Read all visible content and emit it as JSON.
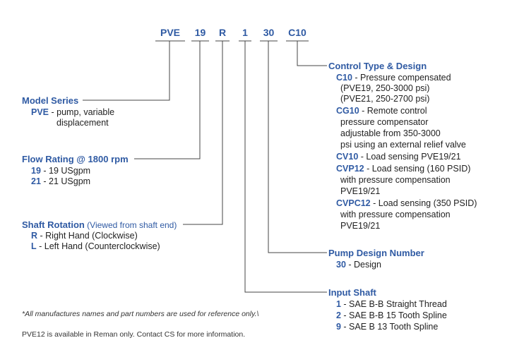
{
  "codes": {
    "c1": "PVE",
    "c2": "19",
    "c3": "R",
    "c4": "1",
    "c5": "30",
    "c6": "C10"
  },
  "model_series": {
    "title": "Model Series",
    "pve_key": "PVE",
    "pve_desc1": " - pump, variable",
    "pve_desc2": "displacement"
  },
  "flow_rating": {
    "title": "Flow Rating @ 1800 rpm",
    "items": [
      {
        "key": "19",
        "desc": " - 19 USgpm"
      },
      {
        "key": "21",
        "desc": " - 21 USgpm"
      }
    ]
  },
  "shaft_rotation": {
    "title": "Shaft Rotation",
    "subtitle": " (Viewed from shaft end)",
    "items": [
      {
        "key": "R",
        "desc": " - Right Hand (Clockwise)"
      },
      {
        "key": "L",
        "desc": " - Left Hand (Counterclockwise)"
      }
    ]
  },
  "control_type": {
    "title": "Control Type & Design",
    "c10_key": "C10",
    "c10_desc": " - Pressure compensated",
    "c10_l2": "(PVE19, 250-3000 psi)",
    "c10_l3": "(PVE21, 250-2700 psi)",
    "cg10_key": "CG10",
    "cg10_desc": " - Remote control",
    "cg10_l2": "pressure compensator",
    "cg10_l3": "adjustable from 350-3000",
    "cg10_l4": "psi using an external relief valve",
    "cv10_key": "CV10",
    "cv10_desc": " - Load sensing PVE19/21",
    "cvp12_key": "CVP12",
    "cvp12_desc": " - Load sensing (160 PSID)",
    "cvp12_l2": "with pressure compensation",
    "cvp12_l3": "PVE19/21",
    "cvpc12_key": "CVPC12",
    "cvpc12_desc": " - Load sensing (350 PSID)",
    "cvpc12_l2": "with pressure compensation",
    "cvpc12_l3": "PVE19/21"
  },
  "pump_design": {
    "title": "Pump Design Number",
    "key": "30",
    "desc": " - Design"
  },
  "input_shaft": {
    "title": "Input Shaft",
    "items": [
      {
        "key": "1",
        "desc": " - SAE B-B Straight Thread"
      },
      {
        "key": "2",
        "desc": " - SAE B-B 15 Tooth Spline"
      },
      {
        "key": "9",
        "desc": " - SAE B 13 Tooth Spline"
      }
    ]
  },
  "notes": {
    "reference": "*All manufactures names and part numbers are used for reference only.\\",
    "reman": "PVE12 is available in Reman only. Contact CS for more information."
  },
  "colors": {
    "accent": "#2f5aa3",
    "line": "#444444"
  }
}
